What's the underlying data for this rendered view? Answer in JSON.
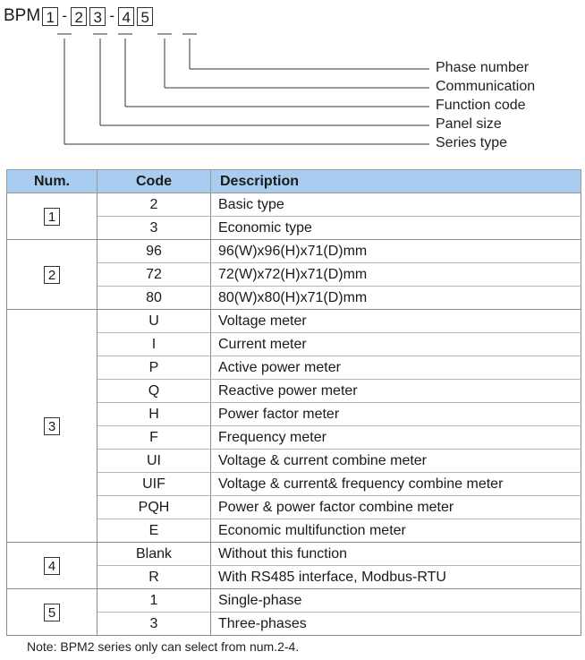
{
  "model": {
    "prefix": "BPM",
    "slots": [
      "1",
      "2",
      "3",
      "4",
      "5"
    ],
    "separator": "-"
  },
  "legend": [
    "Phase number",
    "Communication",
    "Function code",
    "Panel size",
    "Series type"
  ],
  "table": {
    "headers": {
      "num": "Num.",
      "code": "Code",
      "description": "Description"
    },
    "groups": [
      {
        "num": "1",
        "rows": [
          {
            "code": "2",
            "desc": "Basic type"
          },
          {
            "code": "3",
            "desc": "Economic type"
          }
        ]
      },
      {
        "num": "2",
        "rows": [
          {
            "code": "96",
            "desc": "96(W)x96(H)x71(D)mm"
          },
          {
            "code": "72",
            "desc": "72(W)x72(H)x71(D)mm"
          },
          {
            "code": "80",
            "desc": "80(W)x80(H)x71(D)mm"
          }
        ]
      },
      {
        "num": "3",
        "rows": [
          {
            "code": "U",
            "desc": "Voltage meter"
          },
          {
            "code": "I",
            "desc": "Current meter"
          },
          {
            "code": "P",
            "desc": "Active power meter"
          },
          {
            "code": "Q",
            "desc": "Reactive power meter"
          },
          {
            "code": "H",
            "desc": "Power factor meter"
          },
          {
            "code": "F",
            "desc": "Frequency meter"
          },
          {
            "code": "UI",
            "desc": "Voltage & current combine meter"
          },
          {
            "code": "UIF",
            "desc": "Voltage & current& frequency combine meter"
          },
          {
            "code": "PQH",
            "desc": "Power & power factor combine meter"
          },
          {
            "code": "E",
            "desc": "Economic multifunction meter"
          }
        ]
      },
      {
        "num": "4",
        "rows": [
          {
            "code": "Blank",
            "desc": "Without this function"
          },
          {
            "code": "R",
            "desc": "With RS485 interface, Modbus-RTU"
          }
        ]
      },
      {
        "num": "5",
        "rows": [
          {
            "code": "1",
            "desc": "Single-phase"
          },
          {
            "code": "3",
            "desc": "Three-phases"
          }
        ]
      }
    ]
  },
  "note": "Note: BPM2 series only can  select from num.2-4."
}
